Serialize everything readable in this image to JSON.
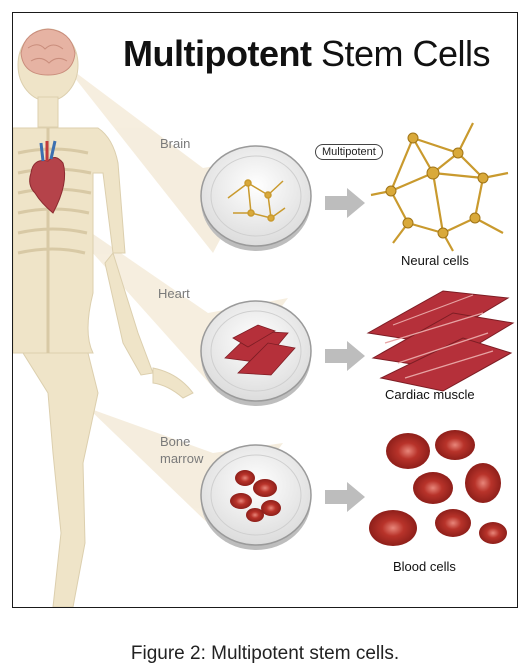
{
  "title": {
    "bold": "Multipotent",
    "rest": "Stem Cells"
  },
  "badge": "Multipotent",
  "sources": [
    {
      "label": "Brain"
    },
    {
      "label": "Heart"
    },
    {
      "label_line1": "Bone",
      "label_line2": "marrow"
    }
  ],
  "results": [
    {
      "label": "Neural cells"
    },
    {
      "label": "Cardiac muscle"
    },
    {
      "label": "Blood cells"
    }
  ],
  "caption": "Figure 2: Multipotent stem cells.",
  "colors": {
    "neural": "#d9a93a",
    "cardiac": "#b5303a",
    "blood": "#c8362f",
    "arrow": "#bdbdbd",
    "bone": "#efe4c8"
  }
}
